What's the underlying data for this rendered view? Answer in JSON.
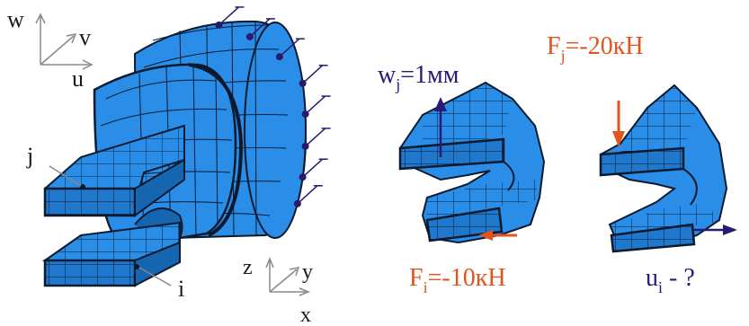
{
  "colors": {
    "mesh_fill": "#2a8ee8",
    "mesh_side": "#1f78cc",
    "mesh_dark": "#1565b0",
    "edge": "#0b1a2e",
    "support_mark": "#2a1a6e",
    "arrow_blue": "#2a1a78",
    "force_red": "#e2531e",
    "axis_gray": "#888888",
    "text_dark": "#1a1a1a"
  },
  "axes_top": {
    "w": "w",
    "v": "v",
    "u": "u"
  },
  "axes_bottom": {
    "z": "z",
    "y": "y",
    "x": "x"
  },
  "node_labels": {
    "j": "j",
    "i": "i"
  },
  "case_displacement": {
    "label_main": "w",
    "label_sub": "j",
    "label_value": "=1мм",
    "force_main": "F",
    "force_sub": "i",
    "force_value": "=-10кН"
  },
  "case_force": {
    "force_main": "F",
    "force_sub": "j",
    "force_value": "=-20кН",
    "unknown_main": "u",
    "unknown_sub": "i",
    "unknown_value": " - ?"
  },
  "support_count": 8
}
